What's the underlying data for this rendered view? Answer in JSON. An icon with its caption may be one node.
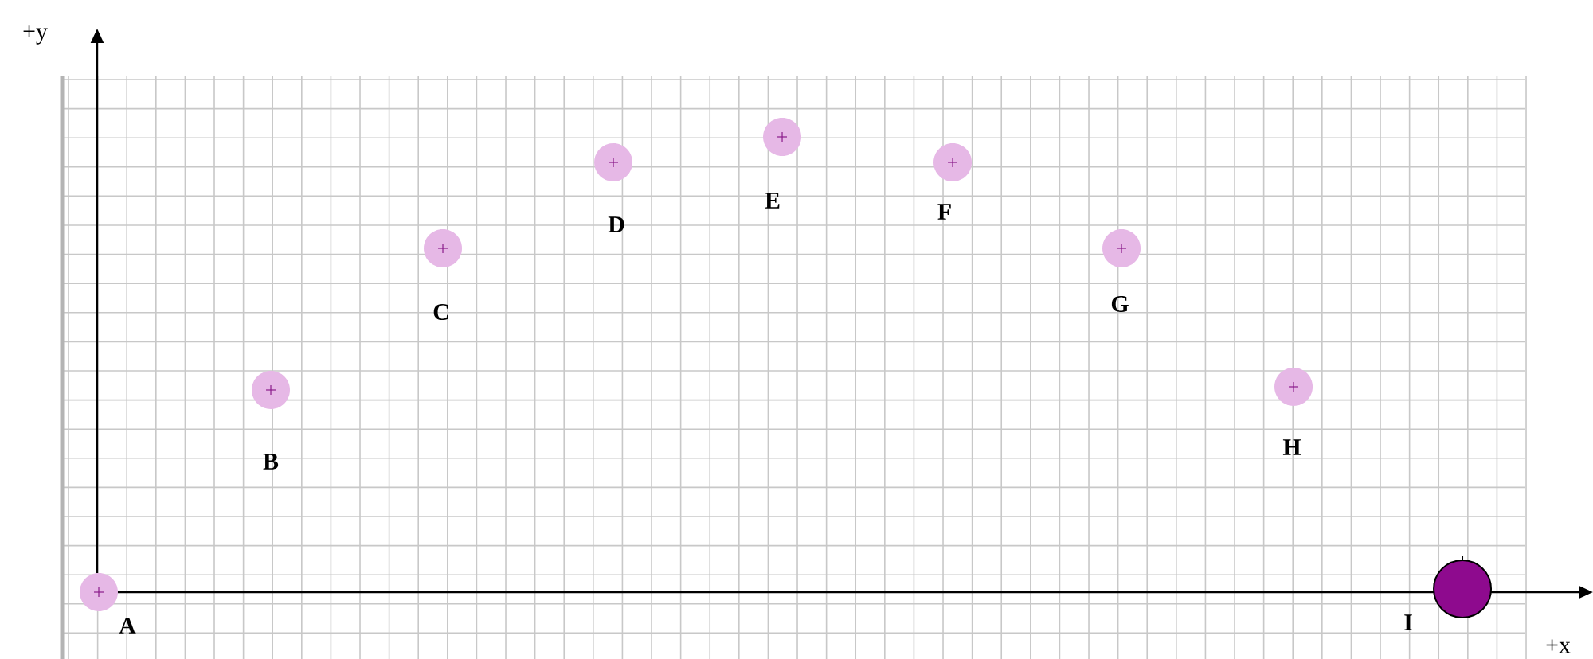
{
  "diagram": {
    "nodes": [
      {
        "text": [],
        "shape": "circle",
        "beside": [
          "A"
        ]
      },
      {
        "text": [],
        "shape": "circle",
        "beside": [
          "B"
        ]
      },
      {
        "text": [],
        "shape": "circle",
        "beside": [
          "C"
        ]
      },
      {
        "text": [],
        "shape": "circle",
        "beside": [
          "D"
        ]
      },
      {
        "text": [],
        "shape": "circle",
        "beside": [
          "E"
        ]
      },
      {
        "text": [],
        "shape": "circle",
        "beside": [
          "F"
        ]
      },
      {
        "text": [],
        "shape": "circle",
        "beside": [
          "G"
        ]
      },
      {
        "text": [],
        "shape": "circle",
        "beside": [
          "H"
        ]
      },
      {
        "text": [],
        "shape": "circle",
        "beside": [
          "I"
        ]
      }
    ],
    "labels": [
      "+y",
      "+x"
    ]
  }
}
